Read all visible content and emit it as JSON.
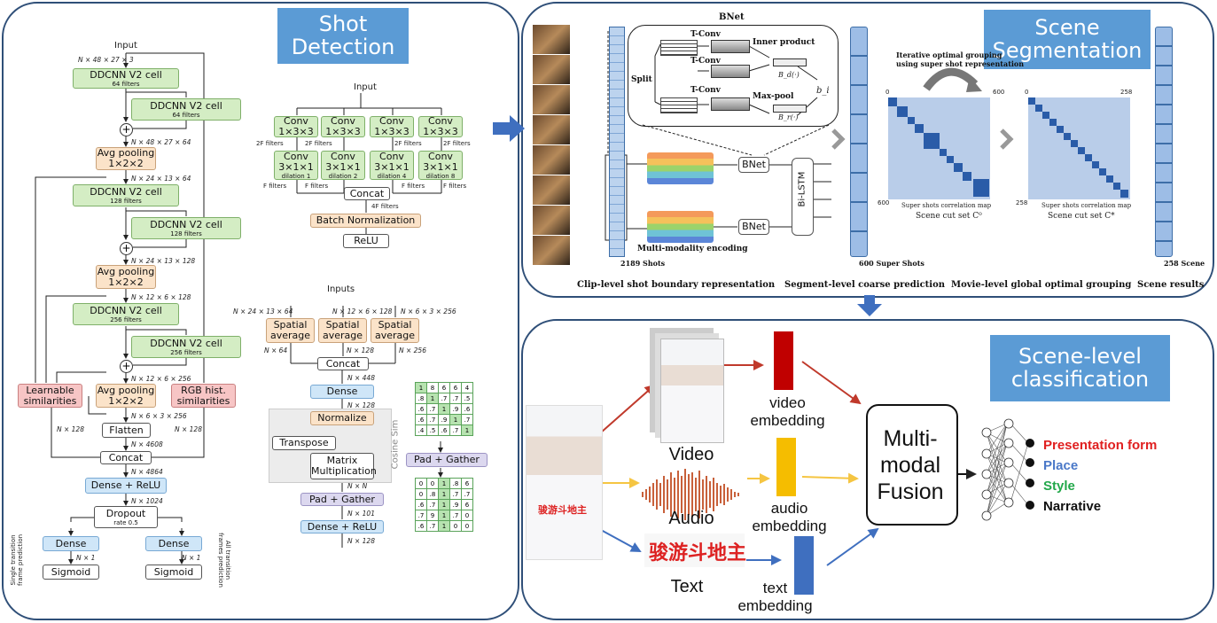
{
  "titles": {
    "shot_detection": "Shot Detection",
    "scene_segmentation": "Scene Segmentation",
    "scene_classification": "Scene-level classification"
  },
  "left_net": {
    "input": "Input",
    "in_dim": "N × 48 × 27 × 3",
    "cell1": "DDCNN V2 cell",
    "cell1_f": "64 filters",
    "cell2": "DDCNN V2 cell",
    "cell2_f": "64 filters",
    "d1": "N × 48 × 27 × 64",
    "pool1": "Avg pooling",
    "pool1_k": "1×2×2",
    "d2": "N × 24 × 13 × 64",
    "cell3": "DDCNN V2 cell",
    "cell3_f": "128 filters",
    "cell4": "DDCNN V2 cell",
    "cell4_f": "128 filters",
    "d3": "N × 24 × 13 × 128",
    "pool2": "Avg pooling",
    "pool2_k": "1×2×2",
    "d4": "N × 12 × 6 × 128",
    "cell5": "DDCNN V2 cell",
    "cell5_f": "256 filters",
    "cell6": "DDCNN V2 cell",
    "cell6_f": "256 filters",
    "d5": "N × 12 × 6 × 256",
    "learn1": "Learnable",
    "learn2": "similarities",
    "pool3": "Avg pooling",
    "pool3_k": "1×2×2",
    "rgb1": "RGB hist.",
    "rgb2": "similarities",
    "d6": "N × 6 × 3 × 256",
    "flatten": "Flatten",
    "n128a": "N × 128",
    "n128b": "N × 128",
    "d7": "N × 4608",
    "concat": "Concat",
    "d8": "N × 4864",
    "dense_relu": "Dense + ReLU",
    "d9": "N × 1024",
    "dropout": "Dropout",
    "dropout_rate": "rate 0.5",
    "dense1": "Dense",
    "dense2": "Dense",
    "n1a": "N × 1",
    "n1b": "N × 1",
    "sig1": "Sigmoid",
    "sig2": "Sigmoid",
    "side1a": "Single transition",
    "side1b": "frame prediction",
    "side2a": "All transition",
    "side2b": "frames prediction"
  },
  "ddcnn": {
    "input": "Input",
    "convs": [
      {
        "l1": "Conv",
        "l2": "1×3×3"
      },
      {
        "l1": "Conv",
        "l2": "1×3×3"
      },
      {
        "l1": "Conv",
        "l2": "1×3×3"
      },
      {
        "l1": "Conv",
        "l2": "1×3×3"
      }
    ],
    "f2": "2F filters",
    "convs2": [
      {
        "l1": "Conv",
        "l2": "3×1×1",
        "l3": "dilation 1"
      },
      {
        "l1": "Conv",
        "l2": "3×1×1",
        "l3": "dilation 2"
      },
      {
        "l1": "Conv",
        "l2": "3×1×1",
        "l3": "dilation 4"
      },
      {
        "l1": "Conv",
        "l2": "3×1×1",
        "l3": "dilation 8"
      }
    ],
    "f1": "F filters",
    "concat": "Concat",
    "f4": "4F filters",
    "bn": "Batch Normalization",
    "relu": "ReLU"
  },
  "sim": {
    "inputs": "Inputs",
    "in1": "N × 24 × 13 × 64",
    "in2": "N × 12 × 6 × 128",
    "in3": "N × 6 × 3 × 256",
    "sa": "Spatial",
    "sa2": "average",
    "o1": "N × 64",
    "o2": "N × 128",
    "o3": "N × 256",
    "concat": "Concat",
    "d1": "N × 448",
    "dense": "Dense",
    "d2": "N × 128",
    "normalize": "Normalize",
    "transpose": "Transpose",
    "matmul1": "Matrix",
    "matmul2": "Multiplication",
    "cos": "Cosine Sim",
    "d3": "N × N",
    "pad": "Pad + Gather",
    "d4": "N × 101",
    "dense_relu": "Dense + ReLU",
    "d5": "N × 128",
    "pad2": "Pad + Gather",
    "grid1": [
      [
        "1",
        "8",
        "6",
        "6",
        "4"
      ],
      [
        ".8",
        "1",
        ".7",
        ".7",
        ".5"
      ],
      [
        ".6",
        ".7",
        "1",
        ".9",
        ".6"
      ],
      [
        ".6",
        ".7",
        ".9",
        "1",
        ".7"
      ],
      [
        ".4",
        ".5",
        ".6",
        ".7",
        "1"
      ]
    ],
    "grid2": [
      [
        "0",
        "0",
        "1",
        ".8",
        "6"
      ],
      [
        "0",
        ".8",
        "1",
        ".7",
        ".7"
      ],
      [
        ".6",
        ".7",
        "1",
        ".9",
        "6"
      ],
      [
        ".7",
        "9",
        "1",
        ".7",
        "0"
      ],
      [
        ".6",
        ".7",
        "1",
        "0",
        "0"
      ]
    ]
  },
  "seg": {
    "bnet": "BNet",
    "tconv": "T-Conv",
    "inner": "Inner product",
    "split": "Split",
    "maxpool": "Max-pool",
    "bd": "B_d(·)",
    "br": "B_r(·)",
    "bi": "b_i",
    "mme": "Multi-modality encoding",
    "shots": "2189 Shots",
    "super_shots": "600 Super Shots",
    "scene_shots": "258 Scene",
    "bilstm": "Bi-LSTM",
    "bnet_small": "BNet",
    "iter1": "Iterative optimal grouping",
    "iter2": "using super shot representation",
    "m1_0": "0",
    "m1_600a": "600",
    "m1_600b": "600",
    "m2_0": "0",
    "m2_258a": "258",
    "m2_258b": "258",
    "corr": "Super shots correlation map",
    "cut0": "Scene cut set C⁰",
    "cut_star": "Scene cut set C*",
    "cap1": "Clip-level shot boundary representation",
    "cap2": "Segment-level coarse prediction",
    "cap3": "Movie-level global optimal grouping",
    "cap4": "Scene results"
  },
  "cls": {
    "video": "Video",
    "audio": "Audio",
    "text": "Text",
    "ve1": "video",
    "ve2": "embedding",
    "ae1": "audio",
    "ae2": "embedding",
    "te1": "text",
    "te2": "embedding",
    "fusion1": "Multi-",
    "fusion2": "modal",
    "fusion3": "Fusion",
    "zh": "骏游斗地主",
    "outputs": [
      {
        "label": "Presentation form",
        "color": "#e02020"
      },
      {
        "label": "Place",
        "color": "#4a78c8"
      },
      {
        "label": "Style",
        "color": "#22a84a"
      },
      {
        "label": "Narrative",
        "color": "#111111"
      }
    ]
  }
}
